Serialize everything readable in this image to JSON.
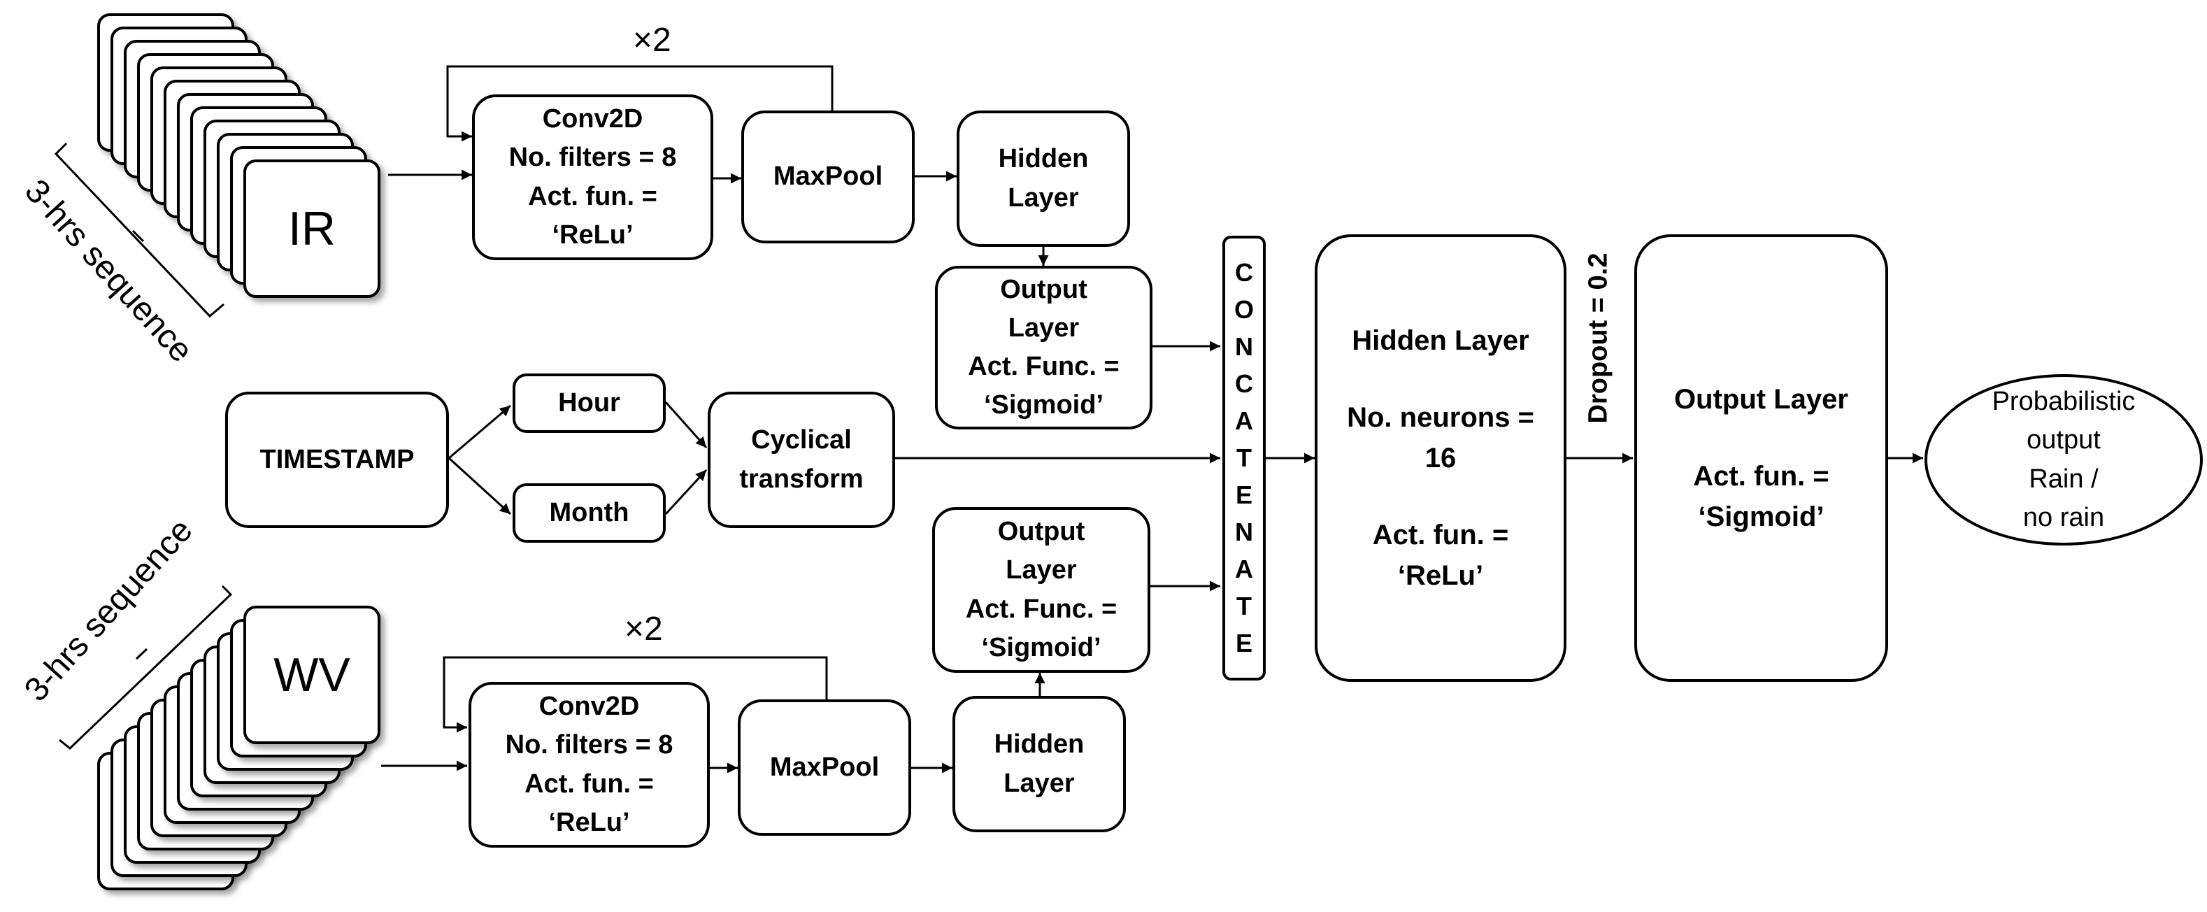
{
  "inputs": {
    "ir": {
      "label": "IR",
      "sequence_label": "3-hrs sequence"
    },
    "wv": {
      "label": "WV",
      "sequence_label": "3-hrs sequence"
    },
    "timestamp": "TIMESTAMP",
    "hour": "Hour",
    "month": "Month"
  },
  "ir_branch": {
    "conv": [
      "Conv2D",
      "No. filters = 8",
      "Act. fun. =",
      "‘ReLu’"
    ],
    "repeat": "×2",
    "maxpool": "MaxPool",
    "hidden": [
      "Hidden",
      "Layer"
    ],
    "output": [
      "Output",
      "Layer",
      "Act. Func. =",
      "‘Sigmoid’"
    ]
  },
  "wv_branch": {
    "conv": [
      "Conv2D",
      "No. filters = 8",
      "Act. fun. =",
      "‘ReLu’"
    ],
    "repeat": "×2",
    "maxpool": "MaxPool",
    "hidden": [
      "Hidden",
      "Layer"
    ],
    "output": [
      "Output",
      "Layer",
      "Act. Func. =",
      "‘Sigmoid’"
    ]
  },
  "cyclical": [
    "Cyclical",
    "transform"
  ],
  "concatenate": "CONCATENATE",
  "dense_hidden": {
    "title": "Hidden Layer",
    "neurons": [
      "No. neurons =",
      "16"
    ],
    "act": [
      "Act. fun. =",
      "‘ReLu’"
    ]
  },
  "dropout": "Dropout = 0.2",
  "dense_output": {
    "title": "Output Layer",
    "act": [
      "Act. fun. =",
      "‘Sigmoid’"
    ]
  },
  "result": [
    "Probabilistic",
    "output",
    "Rain /",
    "no rain"
  ]
}
